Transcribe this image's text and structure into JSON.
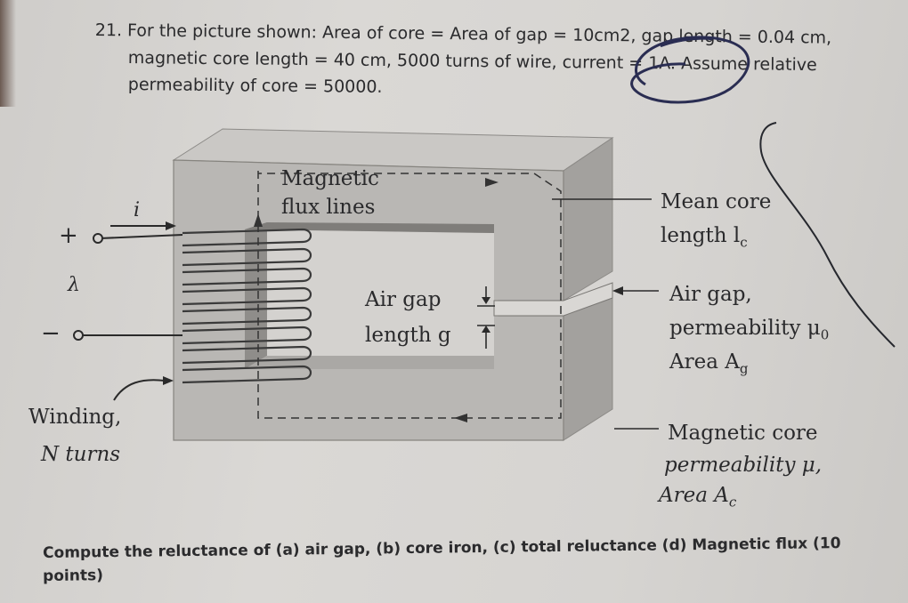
{
  "question": {
    "line1": "21. For the picture shown: Area of core = Area of gap = 10cm2, gap length = 0.04 cm,",
    "line2": "magnetic core length = 40 cm, 5000 turns of wire, current = 1A. Assume relative",
    "line3": "permeability of core = 50000."
  },
  "diagram": {
    "flux_label_line1": "Magnetic",
    "flux_label_line2": "flux lines",
    "current_symbol": "i",
    "plus_terminal": "+",
    "minus_terminal": "−",
    "flux_linkage_symbol": "λ",
    "winding_line1": "Winding,",
    "winding_line2": "N turns",
    "airgap_center_line1": "Air gap",
    "airgap_center_line2": "length g",
    "mean_core_line1": "Mean core",
    "mean_core_line2": "length l",
    "mean_core_sub": "c",
    "airgap_right_line1": "Air gap,",
    "airgap_right_line2": "permeability μ",
    "airgap_right_mu_sub": "0",
    "airgap_right_line3": "Area A",
    "airgap_right_area_sub": "g",
    "core_line1": "Magnetic core",
    "core_line2": "permeability μ,",
    "core_line3": "Area A",
    "core_area_sub": "c"
  },
  "task": {
    "line1": "Compute the reluctance of (a) air gap, (b) core iron, (c) total reluctance (d) Magnetic flux (10",
    "line2": "points)"
  },
  "colors": {
    "paper": "#d6d4d1",
    "text": "#2b2b2d",
    "core_front": "#b7b5b2",
    "core_top": "#c9c7c4",
    "core_side": "#a09e9b"
  }
}
